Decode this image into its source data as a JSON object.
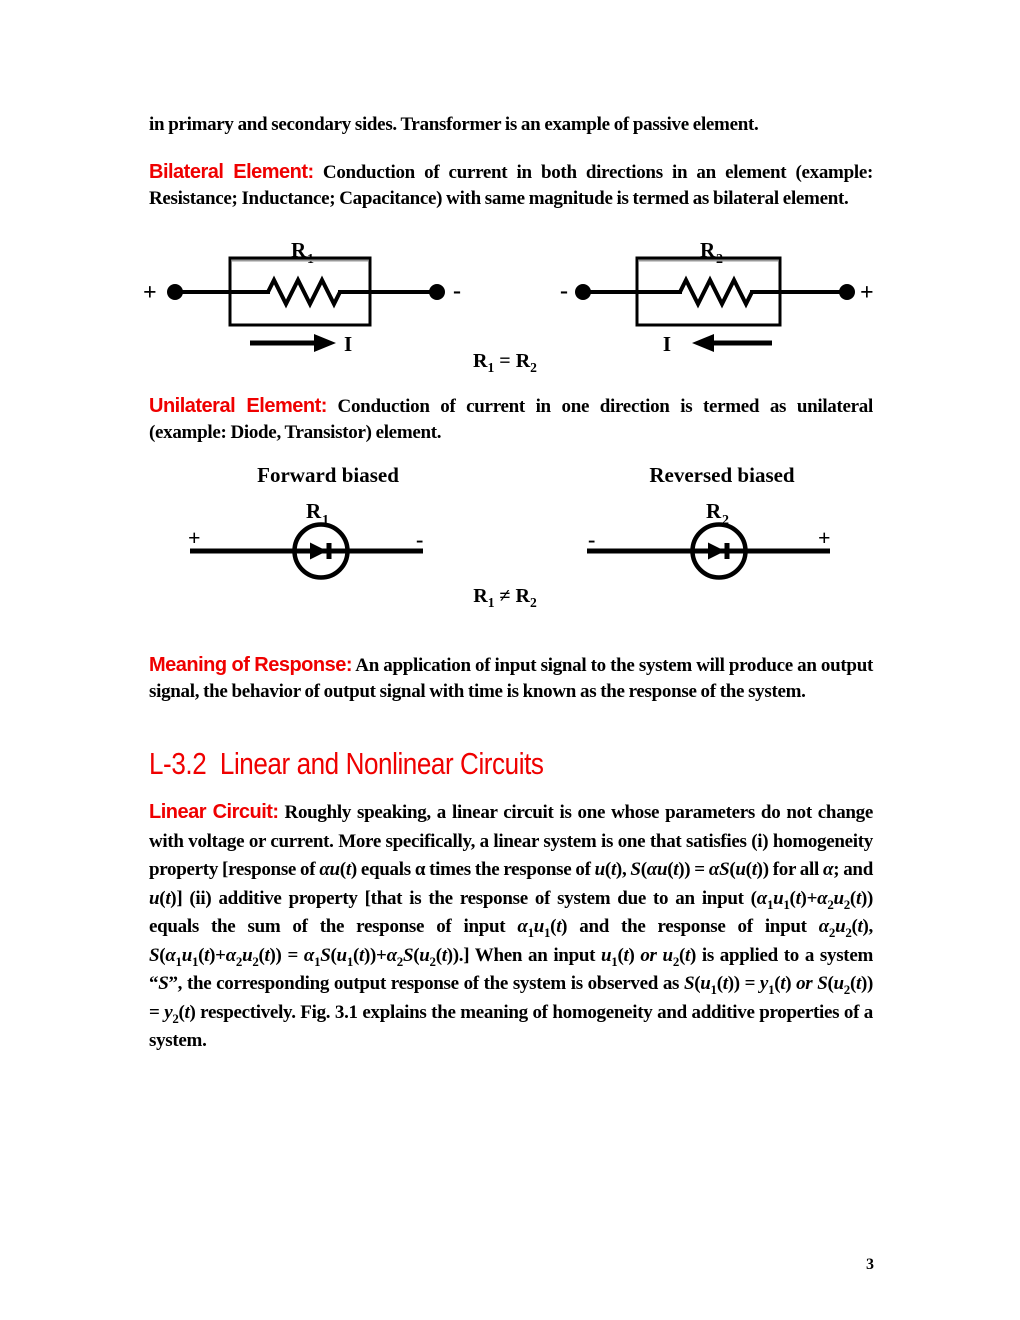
{
  "page": {
    "number": "3"
  },
  "colors": {
    "accent_red": "#ef0000",
    "text_black": "#000000",
    "box_highlight_gray": "#999999"
  },
  "heading_html": "L-3.2&nbsp; Linear and Nonlinear Circuits",
  "paragraphs": {
    "intro_html": "in primary and secondary sides. Transformer is an example of passive element.",
    "bilateral_html": "<span class='rl' data-name='bilateral-label' data-interactable='false'>Bilateral Element:</span> Conduction of current in both directions in an element (example: Resistance; Inductance; Capacitance) with same magnitude is termed as bilateral element.",
    "unilateral_html": "<span class='rl' data-name='unilateral-label' data-interactable='false'>Unilateral Element:</span> Conduction of current in one direction is termed as unilateral (example: Diode, Transistor) element.",
    "meaning_html": "<span class='rl' data-name='meaning-of-response-label' data-interactable='false'>Meaning of Response:</span> An application of input signal to the system will produce an output signal, the behavior of output signal with time is known as the response of the system.",
    "linear_html": "<span class='rl' data-name='linear-circuit-label' data-interactable='false'>Linear Circuit:</span> Roughly speaking, a linear circuit is one whose parameters do not change with voltage or current. More specifically, a linear system is one that satisfies (i) homogeneity property [response of <i>αu</i>(<i>t</i>) equals α times the response of <i>u</i>(<i>t</i>), <i>S</i>(<i>αu</i>(<i>t</i>)) = <i>αS</i>(<i>u</i>(<i>t</i>)) for all <i>α</i>; and <i>u</i>(<i>t</i>)] (ii) additive property [that is the response of system due to an input (<i>α</i><sub>1</sub><i>u</i><sub>1</sub>(<i>t</i>)+<i>α</i><sub>2</sub><i>u</i><sub>2</sub>(<i>t</i>)) equals the sum of the response of input <i>α</i><sub>1</sub><i>u</i><sub>1</sub>(<i>t</i>) and the response of input <i>α</i><sub>2</sub><i>u</i><sub>2</sub>(<i>t</i>), <i>S</i>(<i>α</i><sub>1</sub><i>u</i><sub>1</sub>(<i>t</i>)+<i>α</i><sub>2</sub><i>u</i><sub>2</sub>(<i>t</i>)) = <i>α</i><sub>1</sub><i>S</i>(<i>u</i><sub>1</sub>(<i>t</i>))+<i>α</i><sub>2</sub><i>S</i>(<i>u</i><sub>2</sub>(<i>t</i>)).] When an input <i>u</i><sub>1</sub>(<i>t</i>) <i>or</i> <i>u</i><sub>2</sub>(<i>t</i>) is applied to a system “<i>S</i>”, the corresponding output response of the system is observed as <i>S</i>(<i>u</i><sub>1</sub>(<i>t</i>)) = <i>y</i><sub>1</sub>(<i>t</i>) <i>or</i> <i>S</i>(<i>u</i><sub>2</sub>(<i>t</i>)) = <i>y</i><sub>2</sub>(<i>t</i>) respectively. Fig. 3.1 explains the meaning of homogeneity and additive properties of a system."
  },
  "figures": {
    "bilateral": {
      "left": {
        "label": "R",
        "label_sub": "1",
        "pos": "+",
        "neg": "-",
        "current": "I"
      },
      "right": {
        "label": "R",
        "label_sub": "2",
        "pos": "+",
        "neg": "-",
        "current": "I"
      },
      "equation_html": "R<sub>1</sub> = R<sub>2</sub>"
    },
    "unilateral": {
      "left_caption": "Forward biased",
      "right_caption": "Reversed biased",
      "left": {
        "label": "R",
        "label_sub": "1",
        "pos": "+",
        "neg": "-"
      },
      "right": {
        "label": "R",
        "label_sub": "2",
        "pos": "+",
        "neg": "-"
      },
      "equation_html": "R<sub>1</sub> ≠ R<sub>2</sub>"
    }
  }
}
